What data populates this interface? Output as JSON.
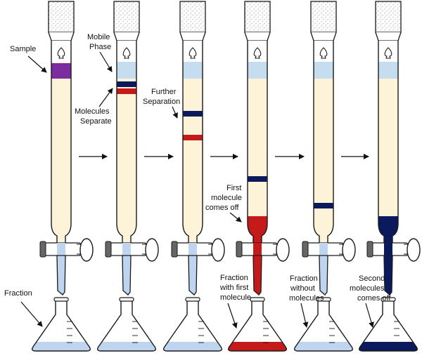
{
  "colors": {
    "packing": "#fdf3d9",
    "mobile_phase": "#c6dcef",
    "sample": "#7b2c9e",
    "navy": "#0a1a5c",
    "red": "#c41a1a",
    "outline": "#1a1a1a",
    "liquid_blue": "#bfd4ee",
    "glass": "#ffffff"
  },
  "labels": {
    "sample": "Sample",
    "mobile_phase_1": "Mobile",
    "mobile_phase_2": "Phase",
    "molecules_separate_1": "Molecules",
    "molecules_separate_2": "Separate",
    "further_separation_1": "Further",
    "further_separation_2": "Separation",
    "first_off_1": "First",
    "first_off_2": "molecule",
    "first_off_3": "comes off",
    "fraction": "Fraction",
    "fraction_first_1": "Fraction",
    "fraction_first_2": "with first",
    "fraction_first_3": "molecule",
    "fraction_without_1": "Fraction",
    "fraction_without_2": "without",
    "fraction_without_3": "molecules",
    "second_off_1": "Second",
    "second_off_2": "molecules",
    "second_off_3": "comes off"
  },
  "steps": [
    {
      "mobile_phase": false,
      "sample_band": true,
      "navy_band": false,
      "red_band": false,
      "bottom_fill": "none",
      "stem_fill": "blue",
      "flask_fill": "blue"
    },
    {
      "mobile_phase": true,
      "sample_band": false,
      "navy_band": true,
      "red_band": true,
      "bottom_fill": "none",
      "stem_fill": "blue",
      "flask_fill": "blue"
    },
    {
      "mobile_phase": true,
      "sample_band": false,
      "navy_band": true,
      "red_band": true,
      "bottom_fill": "none",
      "stem_fill": "blue",
      "flask_fill": "blue"
    },
    {
      "mobile_phase": true,
      "sample_band": false,
      "navy_band": true,
      "red_band": false,
      "bottom_fill": "red",
      "stem_fill": "red",
      "flask_fill": "red"
    },
    {
      "mobile_phase": true,
      "sample_band": false,
      "navy_band": true,
      "red_band": false,
      "bottom_fill": "none",
      "stem_fill": "blue",
      "flask_fill": "blue"
    },
    {
      "mobile_phase": true,
      "sample_band": false,
      "navy_band": false,
      "red_band": false,
      "bottom_fill": "navy",
      "stem_fill": "navy",
      "flask_fill": "navy"
    }
  ]
}
